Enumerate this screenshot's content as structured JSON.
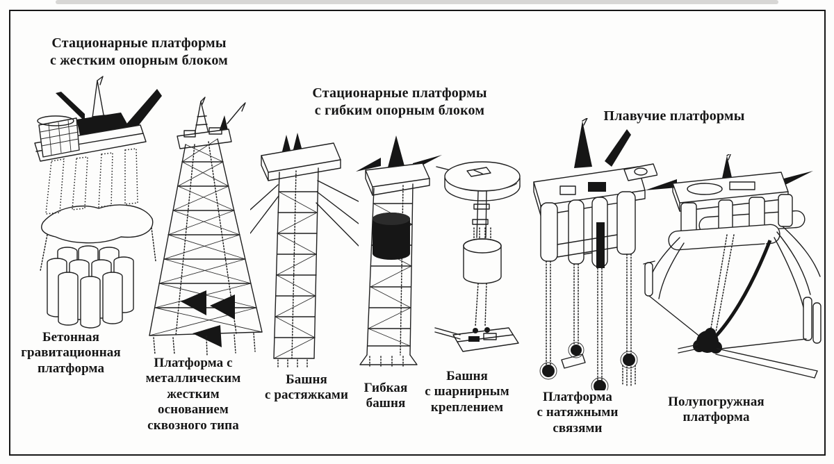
{
  "colors": {
    "ink": "#161616",
    "paper": "#fdfdfc"
  },
  "figure": {
    "description": "Types of offshore drilling platforms",
    "groups": [
      {
        "id": "rigid-fixed",
        "title": "Стационарные платформы\nс жестким опорным блоком"
      },
      {
        "id": "flexible-fixed",
        "title": "Стационарные платформы\nс гибким опорным блоком"
      },
      {
        "id": "floating",
        "title": "Плавучие платформы"
      }
    ],
    "platforms": [
      {
        "id": "concrete-gravity-platform",
        "label": "Бетонная\nгравитационная\nплатформа"
      },
      {
        "id": "steel-jacket-platform",
        "label": "Платформа с\nметаллическим\nжестким\nоснованием\nсквозного типа"
      },
      {
        "id": "guyed-tower",
        "label": "Башня\nс растяжками"
      },
      {
        "id": "flexible-tower",
        "label": "Гибкая\nбашня"
      },
      {
        "id": "articulated-tower",
        "label": "Башня\nс шарнирным\nкреплением"
      },
      {
        "id": "tension-leg-platform",
        "label": "Платформа\nс натяжными\nсвязями"
      },
      {
        "id": "semi-submersible-platform",
        "label": "Полупогружная\nплатформа"
      }
    ]
  }
}
